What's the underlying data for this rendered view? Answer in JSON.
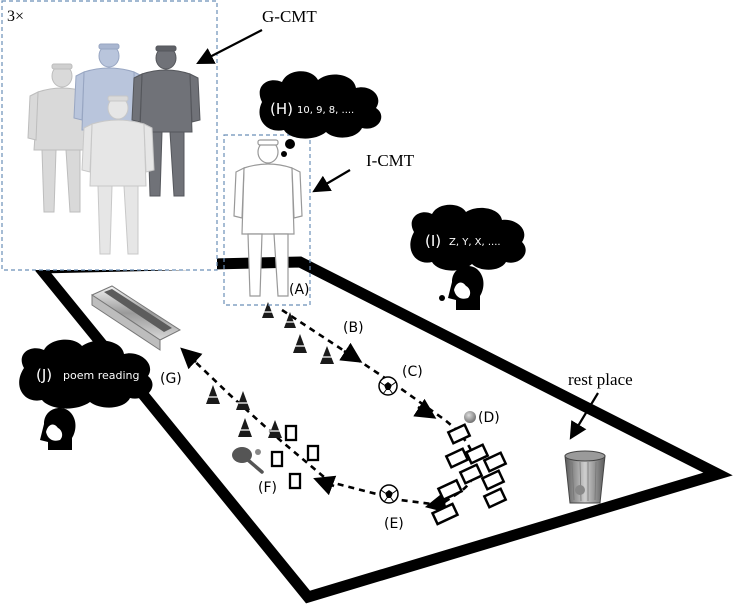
{
  "group_label": "G-CMT",
  "group_multiplier": "3×",
  "individual_label": "I-CMT",
  "rest_label": "rest place",
  "stations": {
    "A": "(A)",
    "B": "(B)",
    "C": "(C)",
    "D": "(D)",
    "E": "(E)",
    "F": "(F)",
    "G": "(G)"
  },
  "thought_bubbles": {
    "H": {
      "tag": "(H)",
      "text": "10, 9, 8, ...."
    },
    "I": {
      "tag": "(I)",
      "text": "Z, Y, X, ...."
    },
    "J": {
      "tag": "(J)",
      "text": "poem reading"
    }
  },
  "colors": {
    "outline": "#000000",
    "walker_light": "#d6d6d6",
    "walker_blue": "#b7c3da",
    "walker_dark": "#6e7078",
    "box_border": "#6b8fb8",
    "ball": "#7a7a7a"
  }
}
